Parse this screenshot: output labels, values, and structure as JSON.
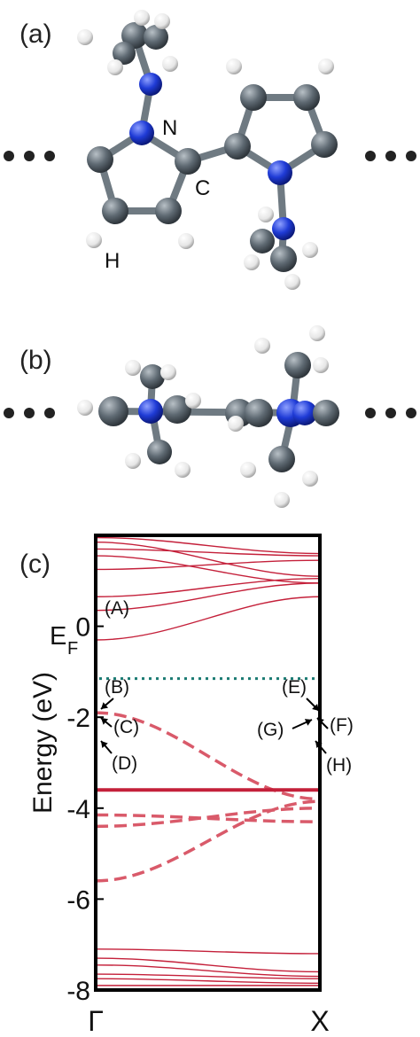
{
  "panels": {
    "a": {
      "label": "(a)",
      "atom_labels": {
        "nitrogen": "N",
        "carbon": "C",
        "hydrogen": "H"
      }
    },
    "b": {
      "label": "(b)"
    },
    "c": {
      "label": "(c)"
    }
  },
  "colors": {
    "carbon": "#5f6a73",
    "nitrogen": "#1f3bd6",
    "hydrogen": "#f2f2f2",
    "bond": "#6f7a82",
    "chain_dots": "#222222",
    "band_solid": "#c4203a",
    "band_dashed": "#d95a6a",
    "fermi_line": "#1a7a72"
  },
  "chart_data": {
    "type": "line",
    "ylabel": "Energy (eV)",
    "ylim": [
      -8,
      2
    ],
    "yticks": [
      {
        "value": 0,
        "label": "0"
      },
      {
        "value": -2,
        "label": "-2"
      },
      {
        "value": -4,
        "label": "-4"
      },
      {
        "value": -6,
        "label": "-6"
      },
      {
        "value": -8,
        "label": "-8"
      }
    ],
    "xticks": [
      {
        "value": 0,
        "label": "Γ"
      },
      {
        "value": 1,
        "label": "X"
      }
    ],
    "fermi_level": {
      "value": -1.15,
      "label": "E",
      "subscript": "F"
    },
    "dashed_bands": [
      {
        "gamma": -1.9,
        "x": -3.8
      },
      {
        "gamma": -4.15,
        "x": -4.3
      },
      {
        "gamma": -4.4,
        "x": -4.0
      },
      {
        "gamma": -5.6,
        "x": -3.85
      }
    ],
    "solid_band": {
      "gamma": -3.6,
      "x": -3.6
    },
    "conduction_bands": [
      {
        "gamma": 1.95,
        "x": 1.6
      },
      {
        "gamma": 1.85,
        "x": 1.1
      },
      {
        "gamma": 1.7,
        "x": 1.55
      },
      {
        "gamma": 1.55,
        "x": 0.95
      },
      {
        "gamma": 1.25,
        "x": 1.45
      },
      {
        "gamma": 0.65,
        "x": 1.05
      },
      {
        "gamma": 0.35,
        "x": 0.95
      },
      {
        "gamma": -0.3,
        "x": 0.65
      }
    ],
    "low_bands": [
      {
        "gamma": -7.1,
        "x": -7.2
      },
      {
        "gamma": -7.3,
        "x": -7.6
      },
      {
        "gamma": -7.45,
        "x": -7.7
      },
      {
        "gamma": -7.65,
        "x": -7.75
      },
      {
        "gamma": -7.75,
        "x": -7.85
      },
      {
        "gamma": -7.9,
        "x": -7.9
      }
    ],
    "annotations": [
      {
        "label": "(A)"
      },
      {
        "label": "(B)"
      },
      {
        "label": "(C)"
      },
      {
        "label": "(D)"
      },
      {
        "label": "(E)"
      },
      {
        "label": "(F)"
      },
      {
        "label": "(G)"
      },
      {
        "label": "(H)"
      }
    ]
  }
}
